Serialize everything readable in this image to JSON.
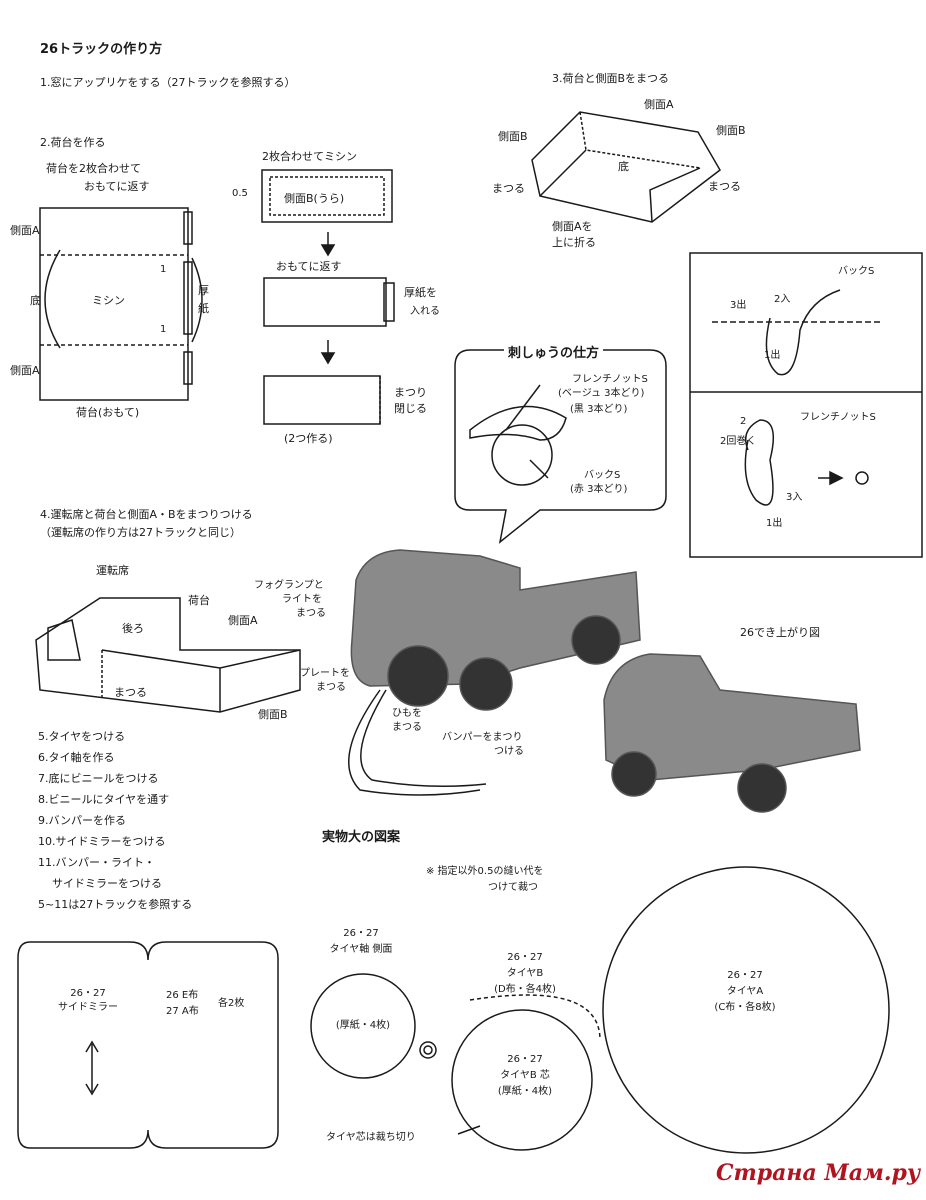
{
  "title": "26トラックの作り方",
  "steps": {
    "s1": "1.窓にアップリケをする（27トラックを参照する）",
    "s2": "2.荷台を作る",
    "s3": "3.荷台と側面Bをまつる",
    "s4a": "4.運転席と荷台と側面A・Bをまつりつける",
    "s4b": "（運転席の作り方は27トラックと同じ）",
    "list": [
      "5.タイヤをつける",
      "6.タイ軸を作る",
      "7.底にビニールをつける",
      "8.ビニールにタイヤを通す",
      "9.バンパーを作る",
      "10.サイドミラーをつける",
      "11.バンパー・ライト・",
      "サイドミラーをつける",
      "5~11は27トラックを参照する"
    ]
  },
  "step2": {
    "note1": "荷台を2枚合わせて",
    "note2": "おもてに返す",
    "side_a_top": "側面A",
    "bottom": "底",
    "side_a_bottom": "側面A",
    "mishin": "ミシン",
    "atsu": "厚",
    "gami": "紙",
    "one_a": "1",
    "one_b": "1",
    "nidai_omote": "荷台(おもて)",
    "sew_label": "2枚合わせてミシン",
    "seam": "0.5",
    "side_b_ura": "側面B(うら)",
    "turn_out": "おもてに返す",
    "cardboard1": "厚紙を",
    "cardboard2": "入れる",
    "close1": "まつり",
    "close2": "閉じる",
    "make_two": "(2つ作る)"
  },
  "step3": {
    "side_a": "側面A",
    "side_b_left": "側面B",
    "side_b_right": "側面B",
    "bottom": "底",
    "matsuru_left": "まつる",
    "matsuru_right": "まつる",
    "fold1": "側面Aを",
    "fold2": "上に折る"
  },
  "stitch": {
    "title": "刺しゅうの仕方",
    "french1": "フレンチノットS",
    "french2": "(ベージュ 3本どり)",
    "french3": "(黒 3本どり)",
    "back1": "バックS",
    "back2": "(赤 3本どり)",
    "back_title": "バックS",
    "out3": "3出",
    "in2": "2入",
    "out1": "1出",
    "french_title": "フレンチノットS",
    "two": "2",
    "wrap": "2回巻く",
    "in3": "3入",
    "out1b": "1出"
  },
  "step4": {
    "cab": "運転席",
    "back": "後ろ",
    "bed": "荷台",
    "side_a": "側面A",
    "matsuru": "まつる",
    "side_b": "側面B"
  },
  "photo": {
    "fog1": "フォグランプと",
    "fog2": "ライトを",
    "fog3": "まつる",
    "plate1": "プレートを",
    "plate2": "まつる",
    "cord1": "ひもを",
    "cord2": "まつる",
    "bumper1": "バンパーをまつり",
    "bumper2": "つける",
    "finished": "26でき上がり図"
  },
  "pattern": {
    "title": "実物大の図案",
    "note1": "※ 指定以外0.5の縫い代を",
    "note2": "つけて裁つ",
    "mirror_num": "26・27",
    "mirror_name": "サイドミラー",
    "fab1": "26 E布",
    "fab2": "27 A布",
    "each2": "各2枚",
    "axle_num": "26・27",
    "axle_name": "タイヤ軸 側面",
    "axle_mat": "(厚紙・4枚)",
    "tb_num": "26・27",
    "tb_name": "タイヤB",
    "tb_mat": "(D布・各4枚)",
    "core_num": "26・27",
    "core_name": "タイヤB 芯",
    "core_mat": "(厚紙・4枚)",
    "ta_num": "26・27",
    "ta_name": "タイヤA",
    "ta_mat": "(C布・各8枚)",
    "core_note": "タイヤ芯は裁ち切り"
  },
  "watermark": "Страна Мам.ру",
  "colors": {
    "ink": "#1a1a1a",
    "truck_photo": "#8a8a8a",
    "watermark": "#b0141f"
  }
}
